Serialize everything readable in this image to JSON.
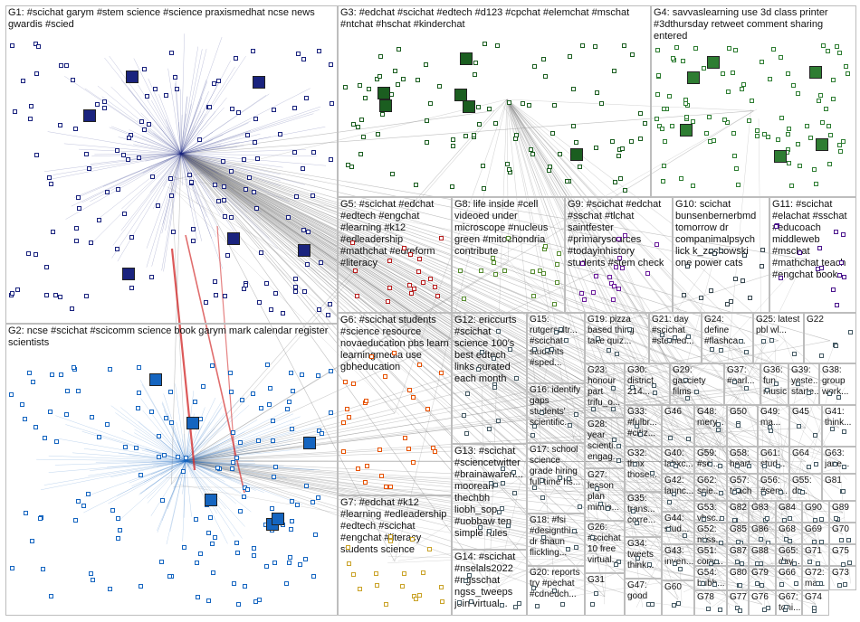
{
  "groups": [
    {
      "id": "G1",
      "label": "G1: #scichat garym #stem science #science praxismedhat ncse news gwardis #scied"
    },
    {
      "id": "G2",
      "label": "G2: ncse #scichat #scicomm science book garym mark calendar register scientists"
    },
    {
      "id": "G3",
      "label": "G3: #edchat #scichat #edtech #d123 #cpchat #elemchat #mschat #ntchat #hschat #kinderchat"
    },
    {
      "id": "G4",
      "label": "G4: savvaslearning use 3d class printer #3dthursday retweet comment sharing entered"
    },
    {
      "id": "G5",
      "label": "G5: #scichat #edchat #edtech #engchat #learning #k12 #edleadership #mathchat #edreform #literacy"
    },
    {
      "id": "G6",
      "label": "G6: #scichat students #science resource novaeducation pbs learn learningmedia use gbheducation"
    },
    {
      "id": "G7",
      "label": "G7: #edchat #k12 #learning #edleadership #edtech #scichat #engchat #literacy students science"
    },
    {
      "id": "G8",
      "label": "G8: life inside #cell videoed under microscope #nucleus green #mitochondria contribute"
    },
    {
      "id": "G9",
      "label": "G9: #scichat #edchat #sschat #tlchat saintfester #primarysources #todayinhistory students #stem check"
    },
    {
      "id": "G10",
      "label": "G10: scichat bunsenbernerbmd tomorrow dr companimalpsych lick k_zackowski one power cats"
    },
    {
      "id": "G11",
      "label": "G11: #scichat #elachat #sschat #educoach middleweb #mschat #mathchat teach #engchat book"
    },
    {
      "id": "G12",
      "label": "G12: ericcurts #scichat science 100's best edtech links curated each month"
    },
    {
      "id": "G13",
      "label": "G13: #scichat #sciencetwitter #brainawaren... mooreah thechbh liobh_sop #uobbaw ten simple rules"
    },
    {
      "id": "G14",
      "label": "G14: #scichat #nselals2022 #ngsschat ngss_tweeps join virtual..."
    },
    {
      "id": "G15",
      "label": "G15: rutgersaltr... #scichat students #sped..."
    },
    {
      "id": "G16",
      "label": "G16: identify gaps students' scientific..."
    },
    {
      "id": "G17",
      "label": "G17: school science grade hiring full time hs..."
    },
    {
      "id": "G18",
      "label": "G18: #fsi #designthi... dr shaun flickling..."
    },
    {
      "id": "G19",
      "label": "G19: pizza based thing take quiz..."
    },
    {
      "id": "G20",
      "label": "G20: reports try #pechat #cdnedch..."
    },
    {
      "id": "G21",
      "label": "G21: day #scichat #stemed..."
    },
    {
      "id": "G22",
      "label": "G22"
    },
    {
      "id": "G23",
      "label": "G23: honour part trifu_o..."
    },
    {
      "id": "G24",
      "label": "G24: define #flashca..."
    },
    {
      "id": "G25",
      "label": "G25: latest pbl wl..."
    },
    {
      "id": "G26",
      "label": "G26: #scichat 10 free virtual..."
    },
    {
      "id": "G27",
      "label": "G27: lesson plan mimio..."
    },
    {
      "id": "G28",
      "label": "G28: year scienti... engag..."
    },
    {
      "id": "G29",
      "label": "G29: gasciety films"
    },
    {
      "id": "G30",
      "label": "G30: district 214..."
    },
    {
      "id": "G31",
      "label": "G31"
    },
    {
      "id": "G32",
      "label": "G32: thnx those..."
    },
    {
      "id": "G33",
      "label": "G33: #fulbr... #citiz..."
    },
    {
      "id": "G34",
      "label": "G34: tweets think..."
    },
    {
      "id": "G35",
      "label": "G35: trans... corre..."
    },
    {
      "id": "G36",
      "label": "G36: fun music..."
    },
    {
      "id": "G37",
      "label": "G37: #earl..."
    },
    {
      "id": "G38",
      "label": "G38: group work..."
    },
    {
      "id": "G39",
      "label": "G39: yeste... starte..."
    },
    {
      "id": "G40",
      "label": "G40: labxc..."
    },
    {
      "id": "G41",
      "label": "G41: think..."
    },
    {
      "id": "G42",
      "label": "G42: launc..."
    },
    {
      "id": "G43",
      "label": "G43: inven..."
    },
    {
      "id": "G44",
      "label": "G44: stud..."
    },
    {
      "id": "G45",
      "label": "G45"
    },
    {
      "id": "G46",
      "label": "G46"
    },
    {
      "id": "G47",
      "label": "G47: good"
    },
    {
      "id": "G48",
      "label": "G48: mery..."
    },
    {
      "id": "G49",
      "label": "G49: ma..."
    },
    {
      "id": "G50",
      "label": "G50"
    },
    {
      "id": "G51",
      "label": "G51: conv..."
    },
    {
      "id": "G52",
      "label": "G52: miss..."
    },
    {
      "id": "G53",
      "label": "G53: vbsc..."
    },
    {
      "id": "G54",
      "label": "G54: bubb..."
    },
    {
      "id": "G55",
      "label": "G55: dr..."
    },
    {
      "id": "G56",
      "label": "G56: #sem..."
    },
    {
      "id": "G57",
      "label": "G57: teach"
    },
    {
      "id": "G58",
      "label": "G58: heart"
    },
    {
      "id": "G59",
      "label": "G59: #sci..."
    },
    {
      "id": "G60",
      "label": "G60"
    },
    {
      "id": "G61",
      "label": "G61: stud..."
    },
    {
      "id": "G62",
      "label": "G62: scie..."
    },
    {
      "id": "G63",
      "label": "G63: jane..."
    },
    {
      "id": "G64",
      "label": "G64"
    },
    {
      "id": "G65",
      "label": "G65: day..."
    },
    {
      "id": "G66",
      "label": "G66"
    },
    {
      "id": "G67",
      "label": "G67: toni..."
    },
    {
      "id": "G68",
      "label": "G68"
    },
    {
      "id": "G69",
      "label": "G69"
    },
    {
      "id": "G70",
      "label": "G70"
    },
    {
      "id": "G71",
      "label": "G71"
    },
    {
      "id": "G72",
      "label": "G72: ma..."
    },
    {
      "id": "G73",
      "label": "G73"
    },
    {
      "id": "G74",
      "label": "G74"
    },
    {
      "id": "G75",
      "label": "G75"
    },
    {
      "id": "G76",
      "label": "G76"
    },
    {
      "id": "G77",
      "label": "G77"
    },
    {
      "id": "G78",
      "label": "G78"
    },
    {
      "id": "G79",
      "label": "G79"
    },
    {
      "id": "G80",
      "label": "G80"
    },
    {
      "id": "G81",
      "label": "G81"
    },
    {
      "id": "G82",
      "label": "G82"
    },
    {
      "id": "G83",
      "label": "G83"
    },
    {
      "id": "G84",
      "label": "G84"
    },
    {
      "id": "G85",
      "label": "G85"
    },
    {
      "id": "G86",
      "label": "G86"
    },
    {
      "id": "G87",
      "label": "G87"
    },
    {
      "id": "G88",
      "label": "G88"
    },
    {
      "id": "G89",
      "label": "G89"
    },
    {
      "id": "G90",
      "label": "G90"
    }
  ],
  "colors": {
    "G1": "#1a237e",
    "G2": "#1565c0",
    "G3": "#1b5e20",
    "G4": "#2e7d32",
    "G5": "#b71c1c",
    "G6": "#e65100",
    "G7": "#c9a227",
    "G8": "#558b2f",
    "G9": "#6a1b9a",
    "G10": "#37474f",
    "G11": "#4a148c",
    "other": "#455a64",
    "edge": "#8c8c8c",
    "edge_highlight": "#d32f2f",
    "border": "#bdbdbd"
  }
}
